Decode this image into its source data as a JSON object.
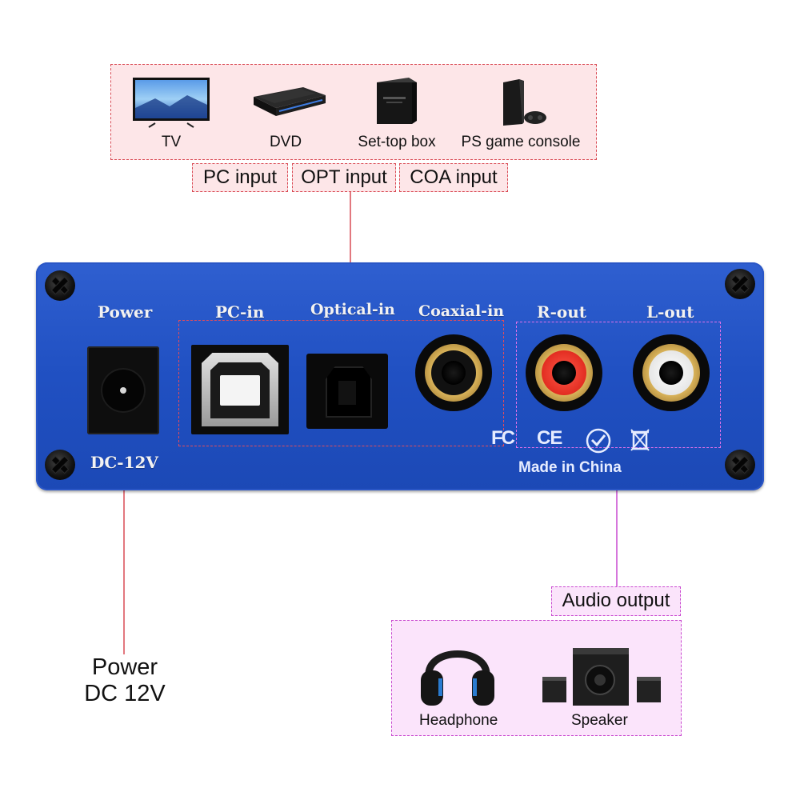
{
  "sources": {
    "items": [
      {
        "label": "TV",
        "icon": "tv-icon"
      },
      {
        "label": "DVD",
        "icon": "dvd-player-icon"
      },
      {
        "label": "Set-top box",
        "icon": "set-top-box-icon"
      },
      {
        "label": "PS game console",
        "icon": "game-console-icon"
      }
    ],
    "tags": [
      "PC input",
      "OPT input",
      "COA input"
    ]
  },
  "panel": {
    "labels": {
      "power": "Power",
      "pc_in": "PC-in",
      "optical_in": "Optical-in",
      "coaxial_in": "Coaxial-in",
      "r_out": "R-out",
      "l_out": "L-out",
      "dc": "DC-12V"
    },
    "certs": {
      "fc": "FC",
      "ce": "CE"
    },
    "made_in": "Made in China"
  },
  "power_note": {
    "line1": "Power",
    "line2": "DC 12V"
  },
  "audio_output": {
    "tag": "Audio output",
    "items": [
      {
        "label": "Headphone",
        "icon": "headphone-icon"
      },
      {
        "label": "Speaker",
        "icon": "speaker-icon"
      }
    ]
  },
  "colors": {
    "input_accent": "#d94b55",
    "output_accent": "#c94ad0",
    "panel_blue": "#2454c6"
  }
}
